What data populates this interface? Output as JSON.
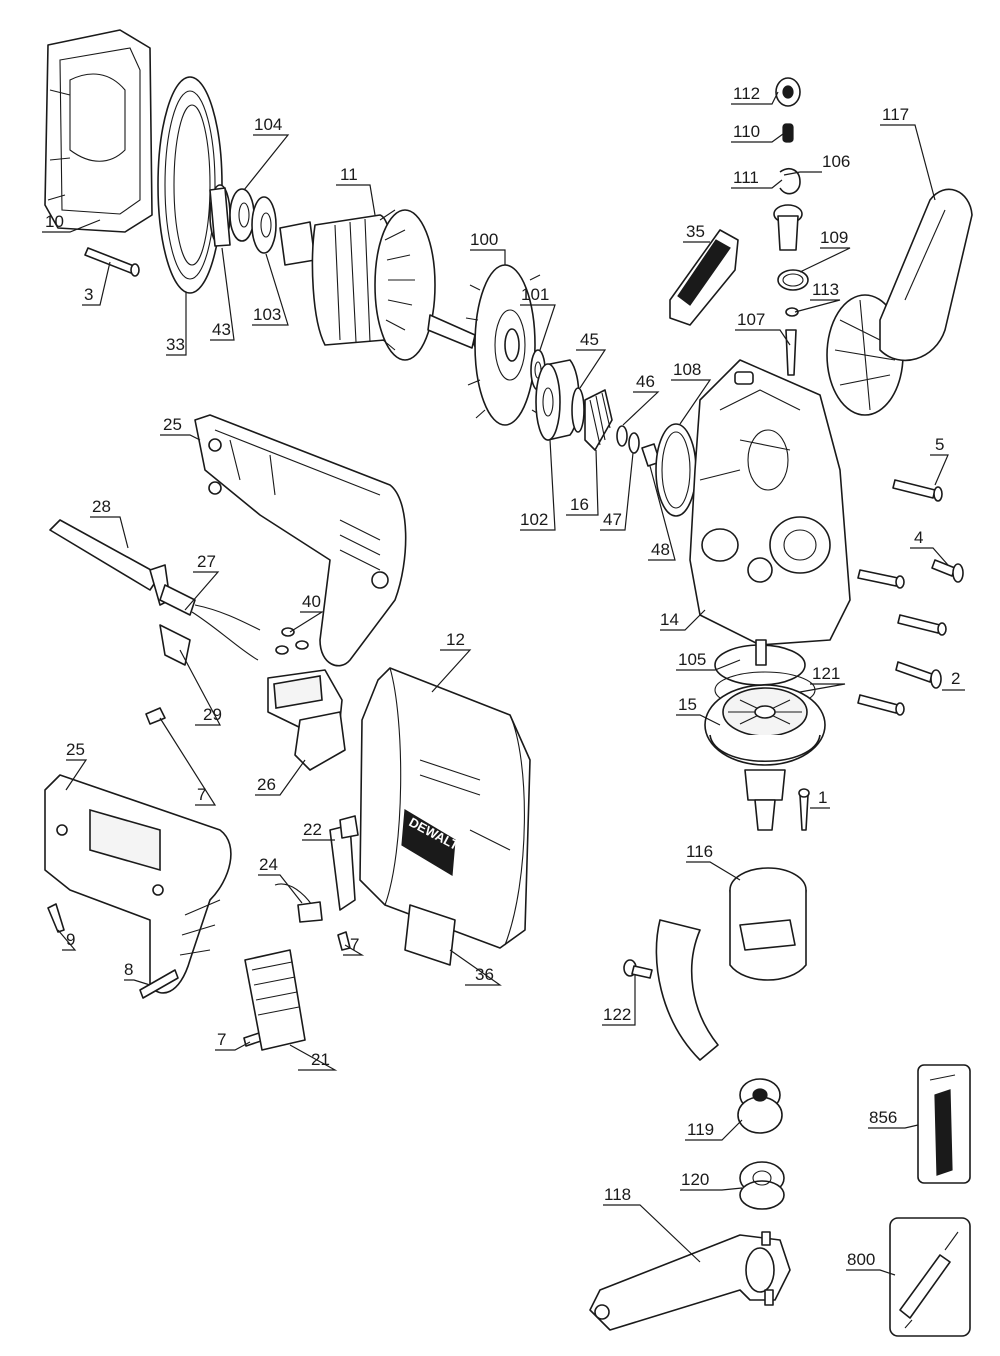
{
  "brand_text": "DEWALT",
  "parts": [
    {
      "id": "p10",
      "label": "10"
    },
    {
      "id": "p3",
      "label": "3"
    },
    {
      "id": "p33",
      "label": "33"
    },
    {
      "id": "p43",
      "label": "43"
    },
    {
      "id": "p104",
      "label": "104"
    },
    {
      "id": "p103",
      "label": "103"
    },
    {
      "id": "p11",
      "label": "11"
    },
    {
      "id": "p100",
      "label": "100"
    },
    {
      "id": "p101",
      "label": "101"
    },
    {
      "id": "p45",
      "label": "45"
    },
    {
      "id": "p102",
      "label": "102"
    },
    {
      "id": "p16",
      "label": "16"
    },
    {
      "id": "p46",
      "label": "46"
    },
    {
      "id": "p47",
      "label": "47"
    },
    {
      "id": "p48",
      "label": "48"
    },
    {
      "id": "p108",
      "label": "108"
    },
    {
      "id": "p35",
      "label": "35"
    },
    {
      "id": "p112",
      "label": "112"
    },
    {
      "id": "p110",
      "label": "110"
    },
    {
      "id": "p111",
      "label": "111"
    },
    {
      "id": "p106",
      "label": "106"
    },
    {
      "id": "p109",
      "label": "109"
    },
    {
      "id": "p113",
      "label": "113"
    },
    {
      "id": "p107",
      "label": "107"
    },
    {
      "id": "p117",
      "label": "117"
    },
    {
      "id": "p5",
      "label": "5"
    },
    {
      "id": "p4",
      "label": "4"
    },
    {
      "id": "p2",
      "label": "2"
    },
    {
      "id": "p14",
      "label": "14"
    },
    {
      "id": "p105",
      "label": "105"
    },
    {
      "id": "p121",
      "label": "121"
    },
    {
      "id": "p15",
      "label": "15"
    },
    {
      "id": "p1",
      "label": "1"
    },
    {
      "id": "p25a",
      "label": "25"
    },
    {
      "id": "p28",
      "label": "28"
    },
    {
      "id": "p27",
      "label": "27"
    },
    {
      "id": "p29",
      "label": "29"
    },
    {
      "id": "p7a",
      "label": "7"
    },
    {
      "id": "p40",
      "label": "40"
    },
    {
      "id": "p26",
      "label": "26"
    },
    {
      "id": "p12",
      "label": "12"
    },
    {
      "id": "p25b",
      "label": "25"
    },
    {
      "id": "p9",
      "label": "9"
    },
    {
      "id": "p8",
      "label": "8"
    },
    {
      "id": "p7b",
      "label": "7"
    },
    {
      "id": "p21",
      "label": "21"
    },
    {
      "id": "p22",
      "label": "22"
    },
    {
      "id": "p24",
      "label": "24"
    },
    {
      "id": "p7c",
      "label": "7"
    },
    {
      "id": "p36",
      "label": "36"
    },
    {
      "id": "p116",
      "label": "116"
    },
    {
      "id": "p122",
      "label": "122"
    },
    {
      "id": "p119",
      "label": "119"
    },
    {
      "id": "p120",
      "label": "120"
    },
    {
      "id": "p118",
      "label": "118"
    },
    {
      "id": "p856",
      "label": "856"
    },
    {
      "id": "p800",
      "label": "800"
    }
  ]
}
